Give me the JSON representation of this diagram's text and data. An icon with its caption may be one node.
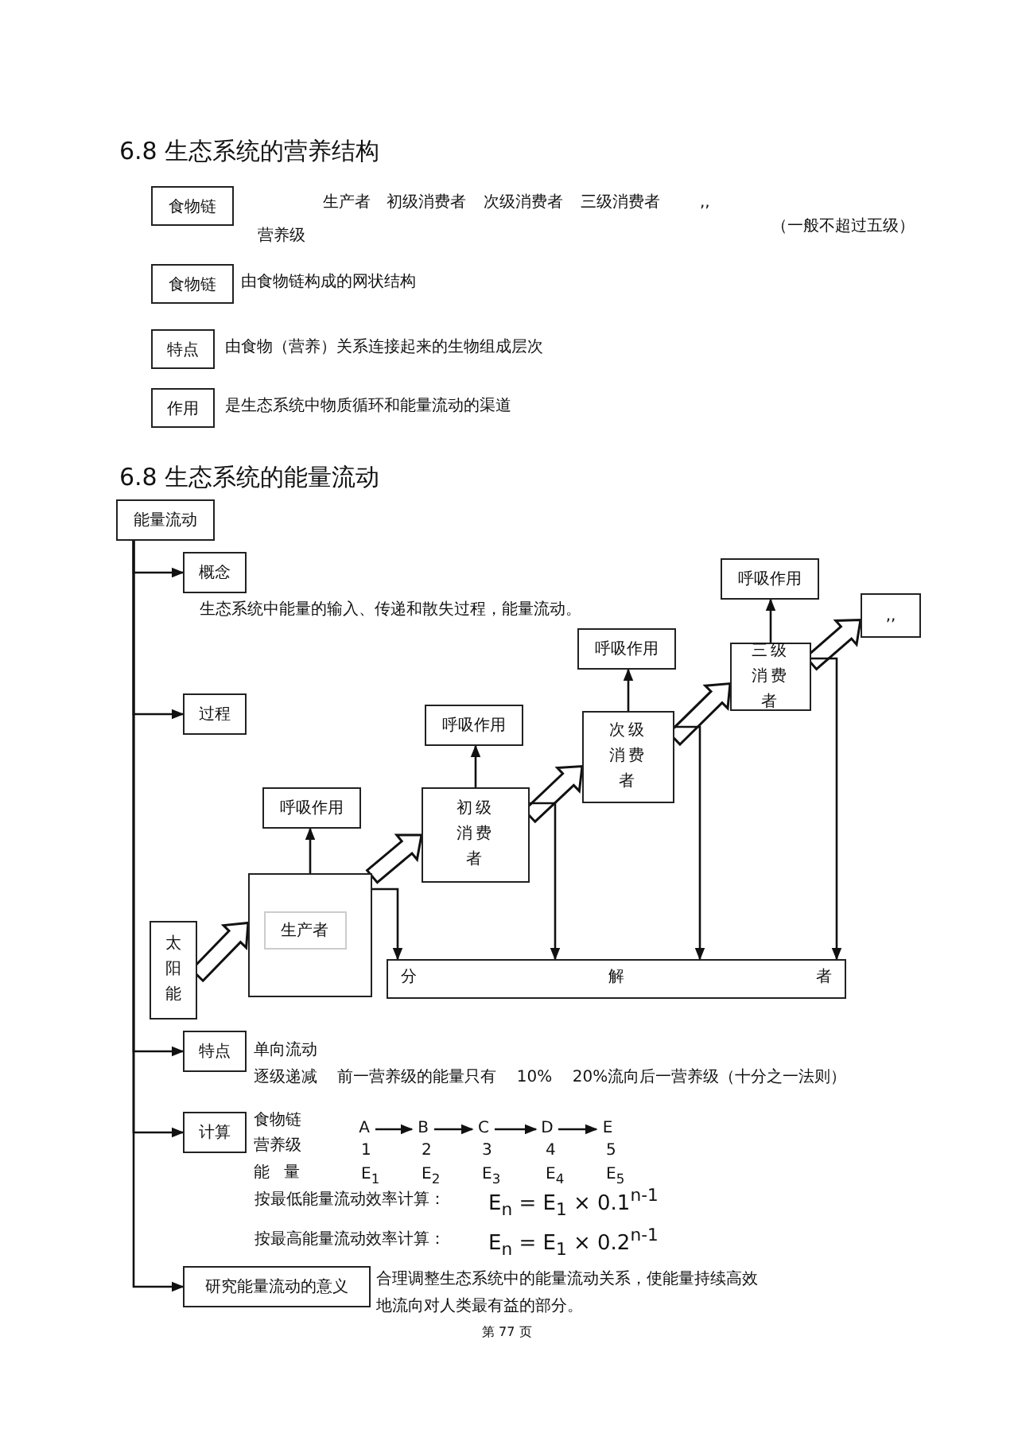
{
  "diagram": {
    "title": "6.8 生态系统的营养结构",
    "nodes": [
      {
        "text": [
          "食物链"
        ]
      },
      {
        "text": [
          "食物链"
        ],
        "beside": [
          "由食物链构成的网状结构"
        ]
      },
      {
        "text": [
          "特点"
        ],
        "beside": [
          "由食物（营养）关系连接起来的生物组成层次"
        ]
      },
      {
        "text": [
          "作用"
        ],
        "beside": [
          "是生态系统中物质循环和能量流动的渠道"
        ]
      },
      {
        "text": [
          "能量流动"
        ]
      },
      {
        "text": [
          "概念"
        ],
        "beside": [
          "生态系统中能量的输入、传递和散失过程，能量流动。"
        ]
      },
      {
        "text": [
          "过程"
        ]
      },
      {
        "text": [
          "太阳能"
        ]
      },
      {
        "text": [],
        "shape": "box"
      },
      {
        "text": [
          "生产者"
        ],
        "in": 8
      },
      {
        "text": [
          "呼吸作用"
        ]
      },
      {
        "text": [
          "初级消费者"
        ]
      },
      {
        "text": [
          "呼吸作用"
        ]
      },
      {
        "text": [
          "次级消费者"
        ]
      },
      {
        "text": [
          "呼吸作用"
        ]
      },
      {
        "text": [
          "三级消费者"
        ]
      },
      {
        "text": [
          "呼吸作用"
        ]
      },
      {
        "text": [
          ",,"
        ]
      },
      {
        "text": [
          "分解者"
        ]
      },
      {
        "text": [
          "特点"
        ],
        "beside": [
          "单向流动",
          "逐级递减    前一营养级的能量只有    10%    20%流向后一营养级（十分之一法则）"
        ]
      },
      {
        "text": [
          "计算"
        ],
        "beside": [
          "食物链",
          "营养级",
          "能量"
        ]
      },
      {
        "text": [
          "研究能量流动的意义"
        ],
        "beside": [
          "合理调整生态系统中的能量流动关系，使能量持续高效地流向对人类最有益的部分。"
        ]
      },
      {
        "text": [
          "A"
        ]
      },
      {
        "text": [
          "B"
        ]
      },
      {
        "text": [
          "C"
        ]
      },
      {
        "text": [
          "D"
        ]
      },
      {
        "text": [
          "E"
        ]
      }
    ],
    "edges": [
      {
        "from": 4,
        "to": 5,
        "arrow": "to"
      },
      {
        "from": 4,
        "to": 6,
        "arrow": "to"
      },
      {
        "from": 7,
        "to": 8,
        "arrow": "to",
        "style": "thick"
      },
      {
        "from": 8,
        "to": 10,
        "arrow": "to"
      },
      {
        "from": 8,
        "to": 11,
        "arrow": "to",
        "style": "thick"
      },
      {
        "from": 8,
        "to": 18,
        "arrow": "to"
      },
      {
        "from": 11,
        "to": 12,
        "arrow": "to"
      },
      {
        "from": 11,
        "to": 13,
        "arrow": "to",
        "style": "thick"
      },
      {
        "from": 11,
        "to": 18,
        "arrow": "to"
      },
      {
        "from": 13,
        "to": 14,
        "arrow": "to"
      },
      {
        "from": 13,
        "to": 15,
        "arrow": "to",
        "style": "thick"
      },
      {
        "from": 13,
        "to": 18,
        "arrow": "to"
      },
      {
        "from": 15,
        "to": 16,
        "arrow": "to"
      },
      {
        "from": 15,
        "to": 17,
        "arrow": "to",
        "style": "thick"
      },
      {
        "from": 15,
        "to": 18,
        "arrow": "to"
      },
      {
        "from": 4,
        "to": 19,
        "arrow": "to"
      },
      {
        "from": 4,
        "to": 20,
        "arrow": "to"
      },
      {
        "from": 4,
        "to": 21,
        "arrow": "to"
      },
      {
        "from": 22,
        "to": 23,
        "arrow": "to"
      },
      {
        "from": 23,
        "to": 24,
        "arrow": "to"
      },
      {
        "from": 24,
        "to": 25,
        "arrow": "to"
      },
      {
        "from": 25,
        "to": 26,
        "arrow": "to"
      }
    ],
    "labels": [
      "生产者",
      "初级消费者",
      "次级消费者",
      "三级消费者",
      ",,",
      "营养级",
      "（一般不超过五级）",
      "6.8 生态系统的能量流动",
      "1",
      "2",
      "3",
      "4",
      "5",
      "E$_{1}$",
      "E$_{2}$",
      "E$_{3}$",
      "E$_{4}$",
      "E$_{5}$",
      "按最低能量流动效率计算：",
      "E$_{n}$ = E$_{1}$ × 0.1$^{n-1}$",
      "按最高能量流动效率计算：",
      "E$_{n}$ = E$_{1}$ × 0.2$^{n-1}$",
      "第 77 页"
    ]
  }
}
